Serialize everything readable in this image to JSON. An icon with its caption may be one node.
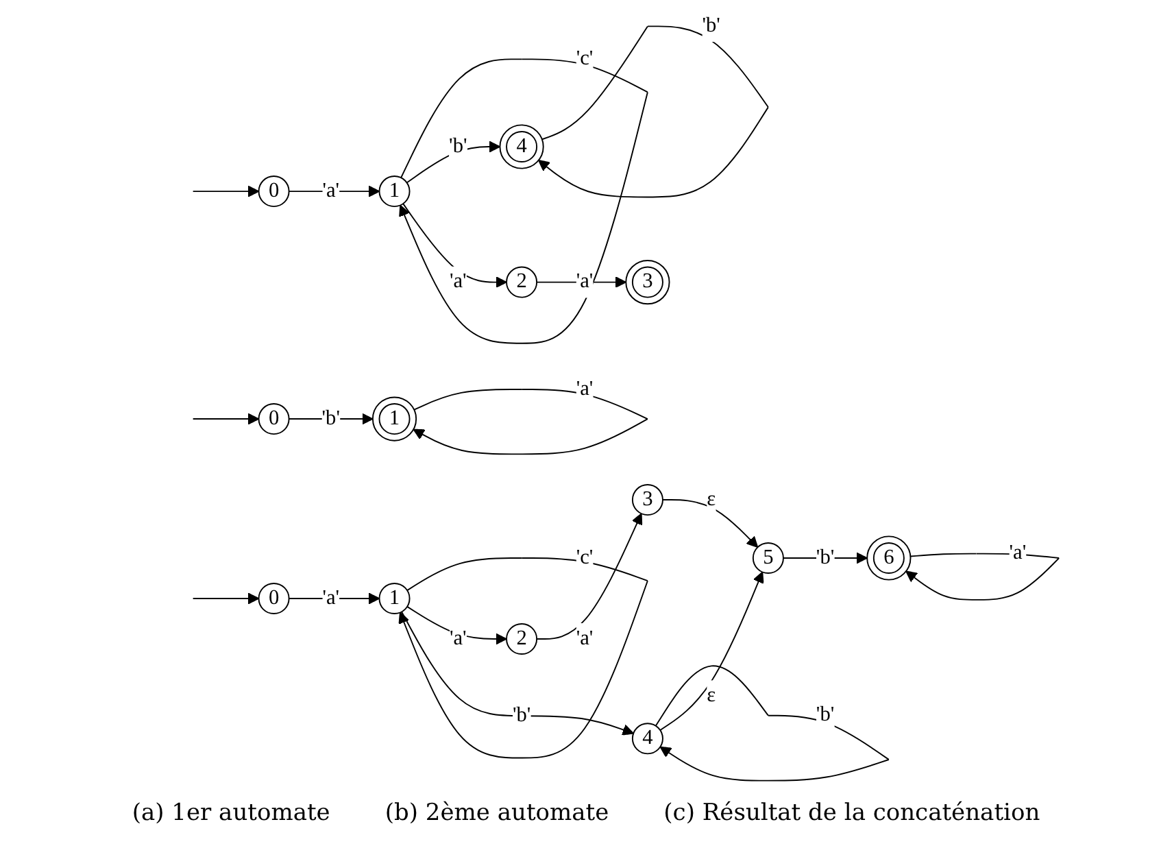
{
  "diagram": {
    "nodes": [
      {
        "text": [
          "0"
        ]
      },
      {
        "text": [
          "1"
        ]
      },
      {
        "text": [
          "4"
        ]
      },
      {
        "text": [
          "2"
        ]
      },
      {
        "text": [
          "3"
        ]
      },
      {
        "text": [
          "0"
        ]
      },
      {
        "text": [
          "1"
        ]
      },
      {
        "text": [
          "0"
        ]
      },
      {
        "text": [
          "1"
        ]
      },
      {
        "text": [
          "2"
        ]
      },
      {
        "text": [
          "3"
        ]
      },
      {
        "text": [
          "4"
        ]
      },
      {
        "text": [
          "5"
        ]
      },
      {
        "text": [
          "6"
        ]
      }
    ],
    "edges": [
      {
        "from": null,
        "to": 0,
        "arrow": "to"
      },
      {
        "from": 0,
        "to": 1,
        "arrow": "to",
        "label": "'a'"
      },
      {
        "from": 1,
        "to": 1,
        "arrow": "to",
        "label": "'c'"
      },
      {
        "from": 1,
        "to": 2,
        "arrow": "to",
        "label": "'b'"
      },
      {
        "from": 2,
        "to": 2,
        "arrow": "to",
        "label": "'b'"
      },
      {
        "from": 1,
        "to": 3,
        "arrow": "to",
        "label": "'a'"
      },
      {
        "from": 3,
        "to": 4,
        "arrow": "to",
        "label": "'a'"
      },
      {
        "from": null,
        "to": 5,
        "arrow": "to"
      },
      {
        "from": 5,
        "to": 6,
        "arrow": "to",
        "label": "'b'"
      },
      {
        "from": 6,
        "to": 6,
        "arrow": "to",
        "label": "'a'"
      },
      {
        "from": null,
        "to": 7,
        "arrow": "to"
      },
      {
        "from": 7,
        "to": 8,
        "arrow": "to",
        "label": "'a'"
      },
      {
        "from": 8,
        "to": 8,
        "arrow": "to",
        "label": "'c'"
      },
      {
        "from": 8,
        "to": 9,
        "arrow": "to",
        "label": "'a'"
      },
      {
        "from": 8,
        "to": 11,
        "arrow": "to",
        "label": "'b'"
      },
      {
        "from": 9,
        "to": 10,
        "arrow": "to",
        "label": "'a'"
      },
      {
        "from": 10,
        "to": 12,
        "arrow": "to",
        "label": "ε"
      },
      {
        "from": 11,
        "to": 11,
        "arrow": "to",
        "label": "'b'"
      },
      {
        "from": 11,
        "to": 12,
        "arrow": "to",
        "label": "ε"
      },
      {
        "from": 12,
        "to": 13,
        "arrow": "to",
        "label": "'b'"
      },
      {
        "from": 13,
        "to": 13,
        "arrow": "to",
        "label": "'a'"
      }
    ],
    "labels": [
      "(a) 1er automate",
      "(b) 2ème automate",
      "(c) Résultat de la concaténation"
    ]
  }
}
